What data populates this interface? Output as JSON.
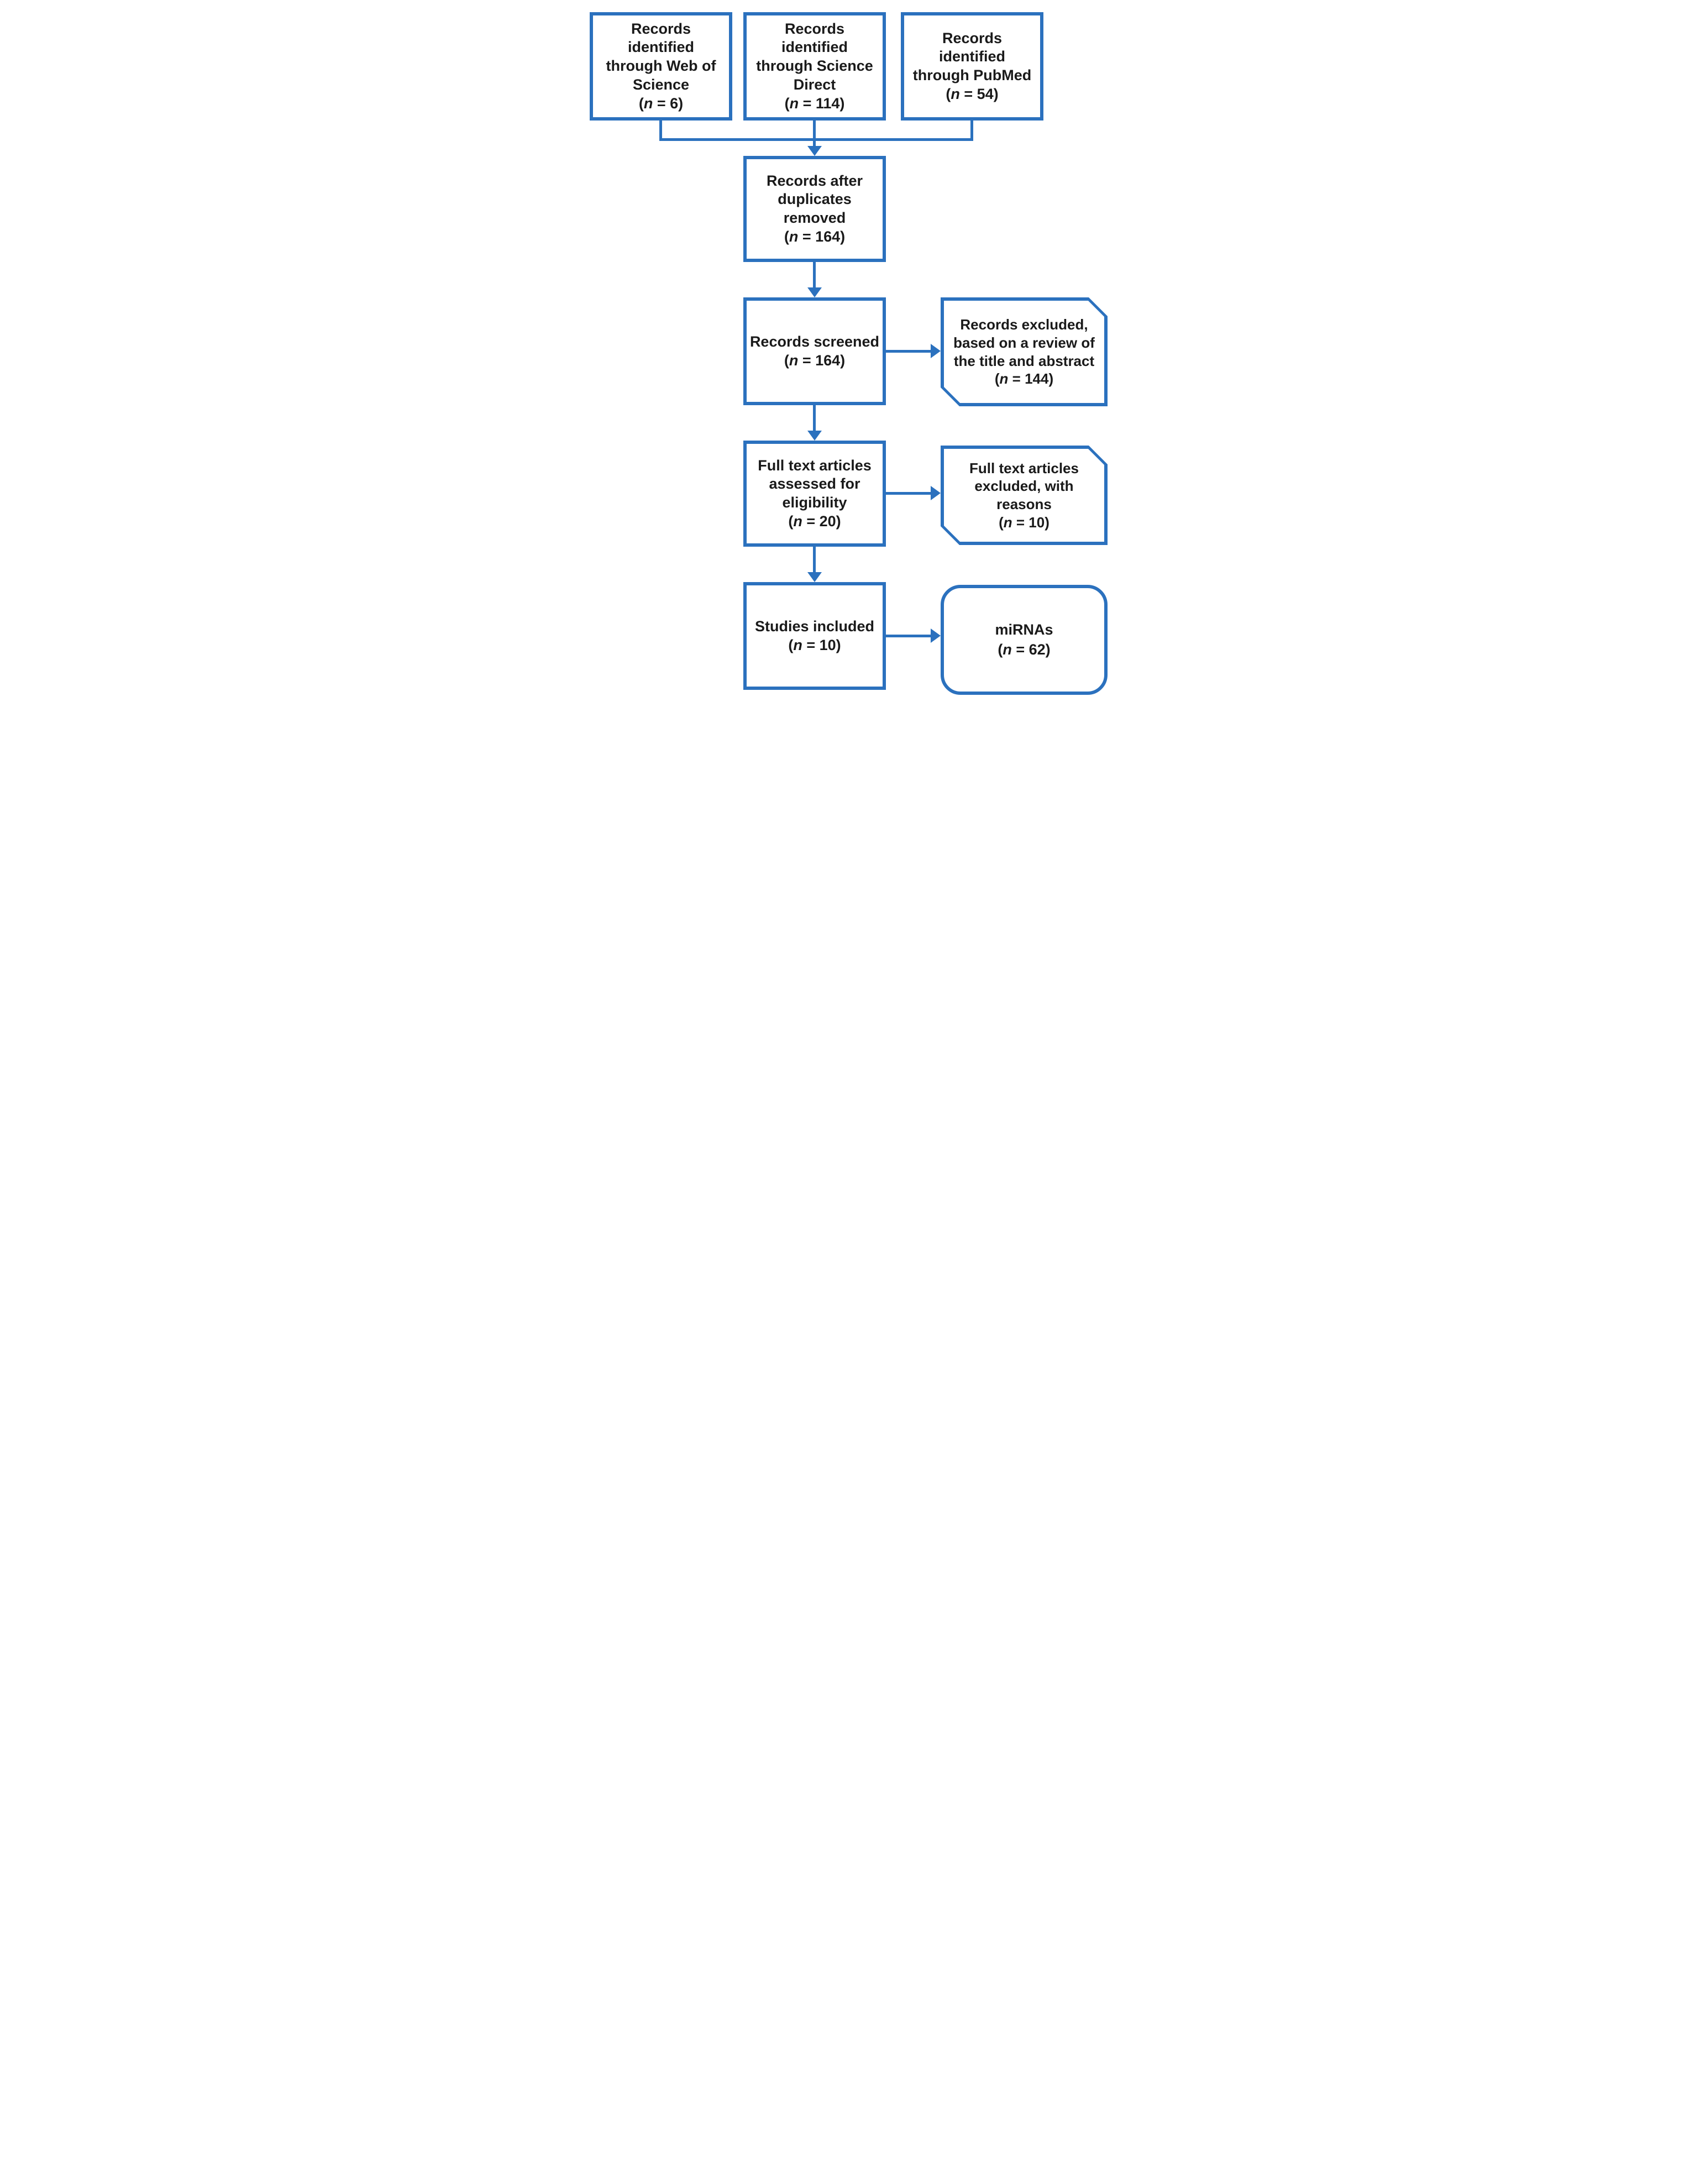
{
  "diagram": {
    "colors": {
      "accent": "#2B71BE",
      "text": "#1A1A1A",
      "background": "#FFFFFF"
    },
    "sources": [
      {
        "lines": [
          "Records",
          "identified",
          "through Web of",
          "Science"
        ],
        "count": "(n = 6)"
      },
      {
        "lines": [
          "Records",
          "identified",
          "through Science",
          "Direct"
        ],
        "count": "(n = 114)"
      },
      {
        "lines": [
          "Records",
          "identified",
          "through PubMed"
        ],
        "count": "(n = 54)"
      }
    ],
    "steps": [
      {
        "lines": [
          "Records after",
          "duplicates",
          "removed"
        ],
        "count": "(n = 164)"
      },
      {
        "lines": [
          "Records screened"
        ],
        "count": "(n = 164)"
      },
      {
        "lines": [
          "Full text articles",
          "assessed for",
          "eligibility"
        ],
        "count": "(n = 20)"
      },
      {
        "lines": [
          "Studies included"
        ],
        "count": "(n = 10)"
      }
    ],
    "side_boxes": [
      {
        "lines": [
          "Records excluded,",
          "based on a review of",
          "the title and abstract"
        ],
        "count": "(n = 144)"
      },
      {
        "lines": [
          "Full text articles",
          "excluded, with",
          "reasons"
        ],
        "count": "(n = 10)"
      },
      {
        "lines": [
          "miRNAs"
        ],
        "count": "(n = 62)"
      }
    ]
  }
}
